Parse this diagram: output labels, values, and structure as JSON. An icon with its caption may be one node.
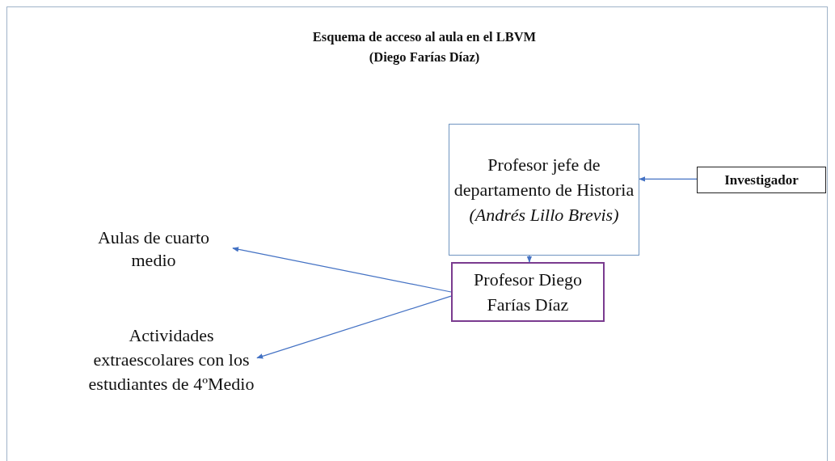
{
  "diagram": {
    "title": "Esquema de acceso al aula en el LBVM (Diego Farías Díaz)",
    "nodes": [
      {
        "text": [
          "Profesor jefe de departamento de Historia",
          "(Andrés Lillo Brevis)"
        ]
      },
      {
        "text": [
          "Investigador"
        ]
      },
      {
        "text": [
          "Profesor Diego Farías Díaz"
        ]
      },
      {
        "text": [
          "Aulas de cuarto medio"
        ]
      },
      {
        "text": [
          "Actividades extraescolares con los estudiantes de 4ºMedio"
        ]
      }
    ],
    "edges": [
      {
        "from": 1,
        "to": 0,
        "arrow": "to"
      },
      {
        "from": 0,
        "to": 2,
        "arrow": "to"
      },
      {
        "from": 2,
        "to": 3,
        "arrow": "to"
      },
      {
        "from": 2,
        "to": 4,
        "arrow": "to"
      }
    ]
  }
}
